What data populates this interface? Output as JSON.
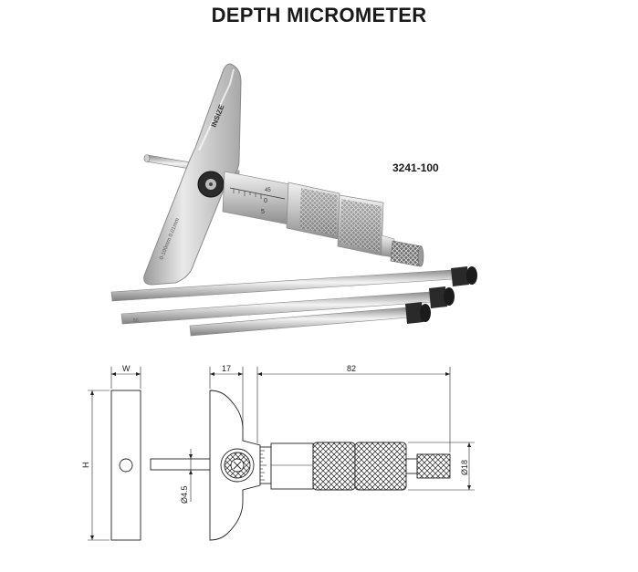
{
  "title": "DEPTH MICROMETER",
  "model_number": "3241-100",
  "product_photo": {
    "brand_mark": "INSIZE",
    "frame_engraving": "0-100mm 0.01mm",
    "thimble_scale": [
      "0",
      "5",
      "45"
    ]
  },
  "dimensions": {
    "width_label": "W",
    "height_label": "H",
    "base_to_spindle": "17",
    "spindle_length": "82",
    "rod_diameter": "Ø4.5",
    "thimble_diameter": "Ø18"
  }
}
